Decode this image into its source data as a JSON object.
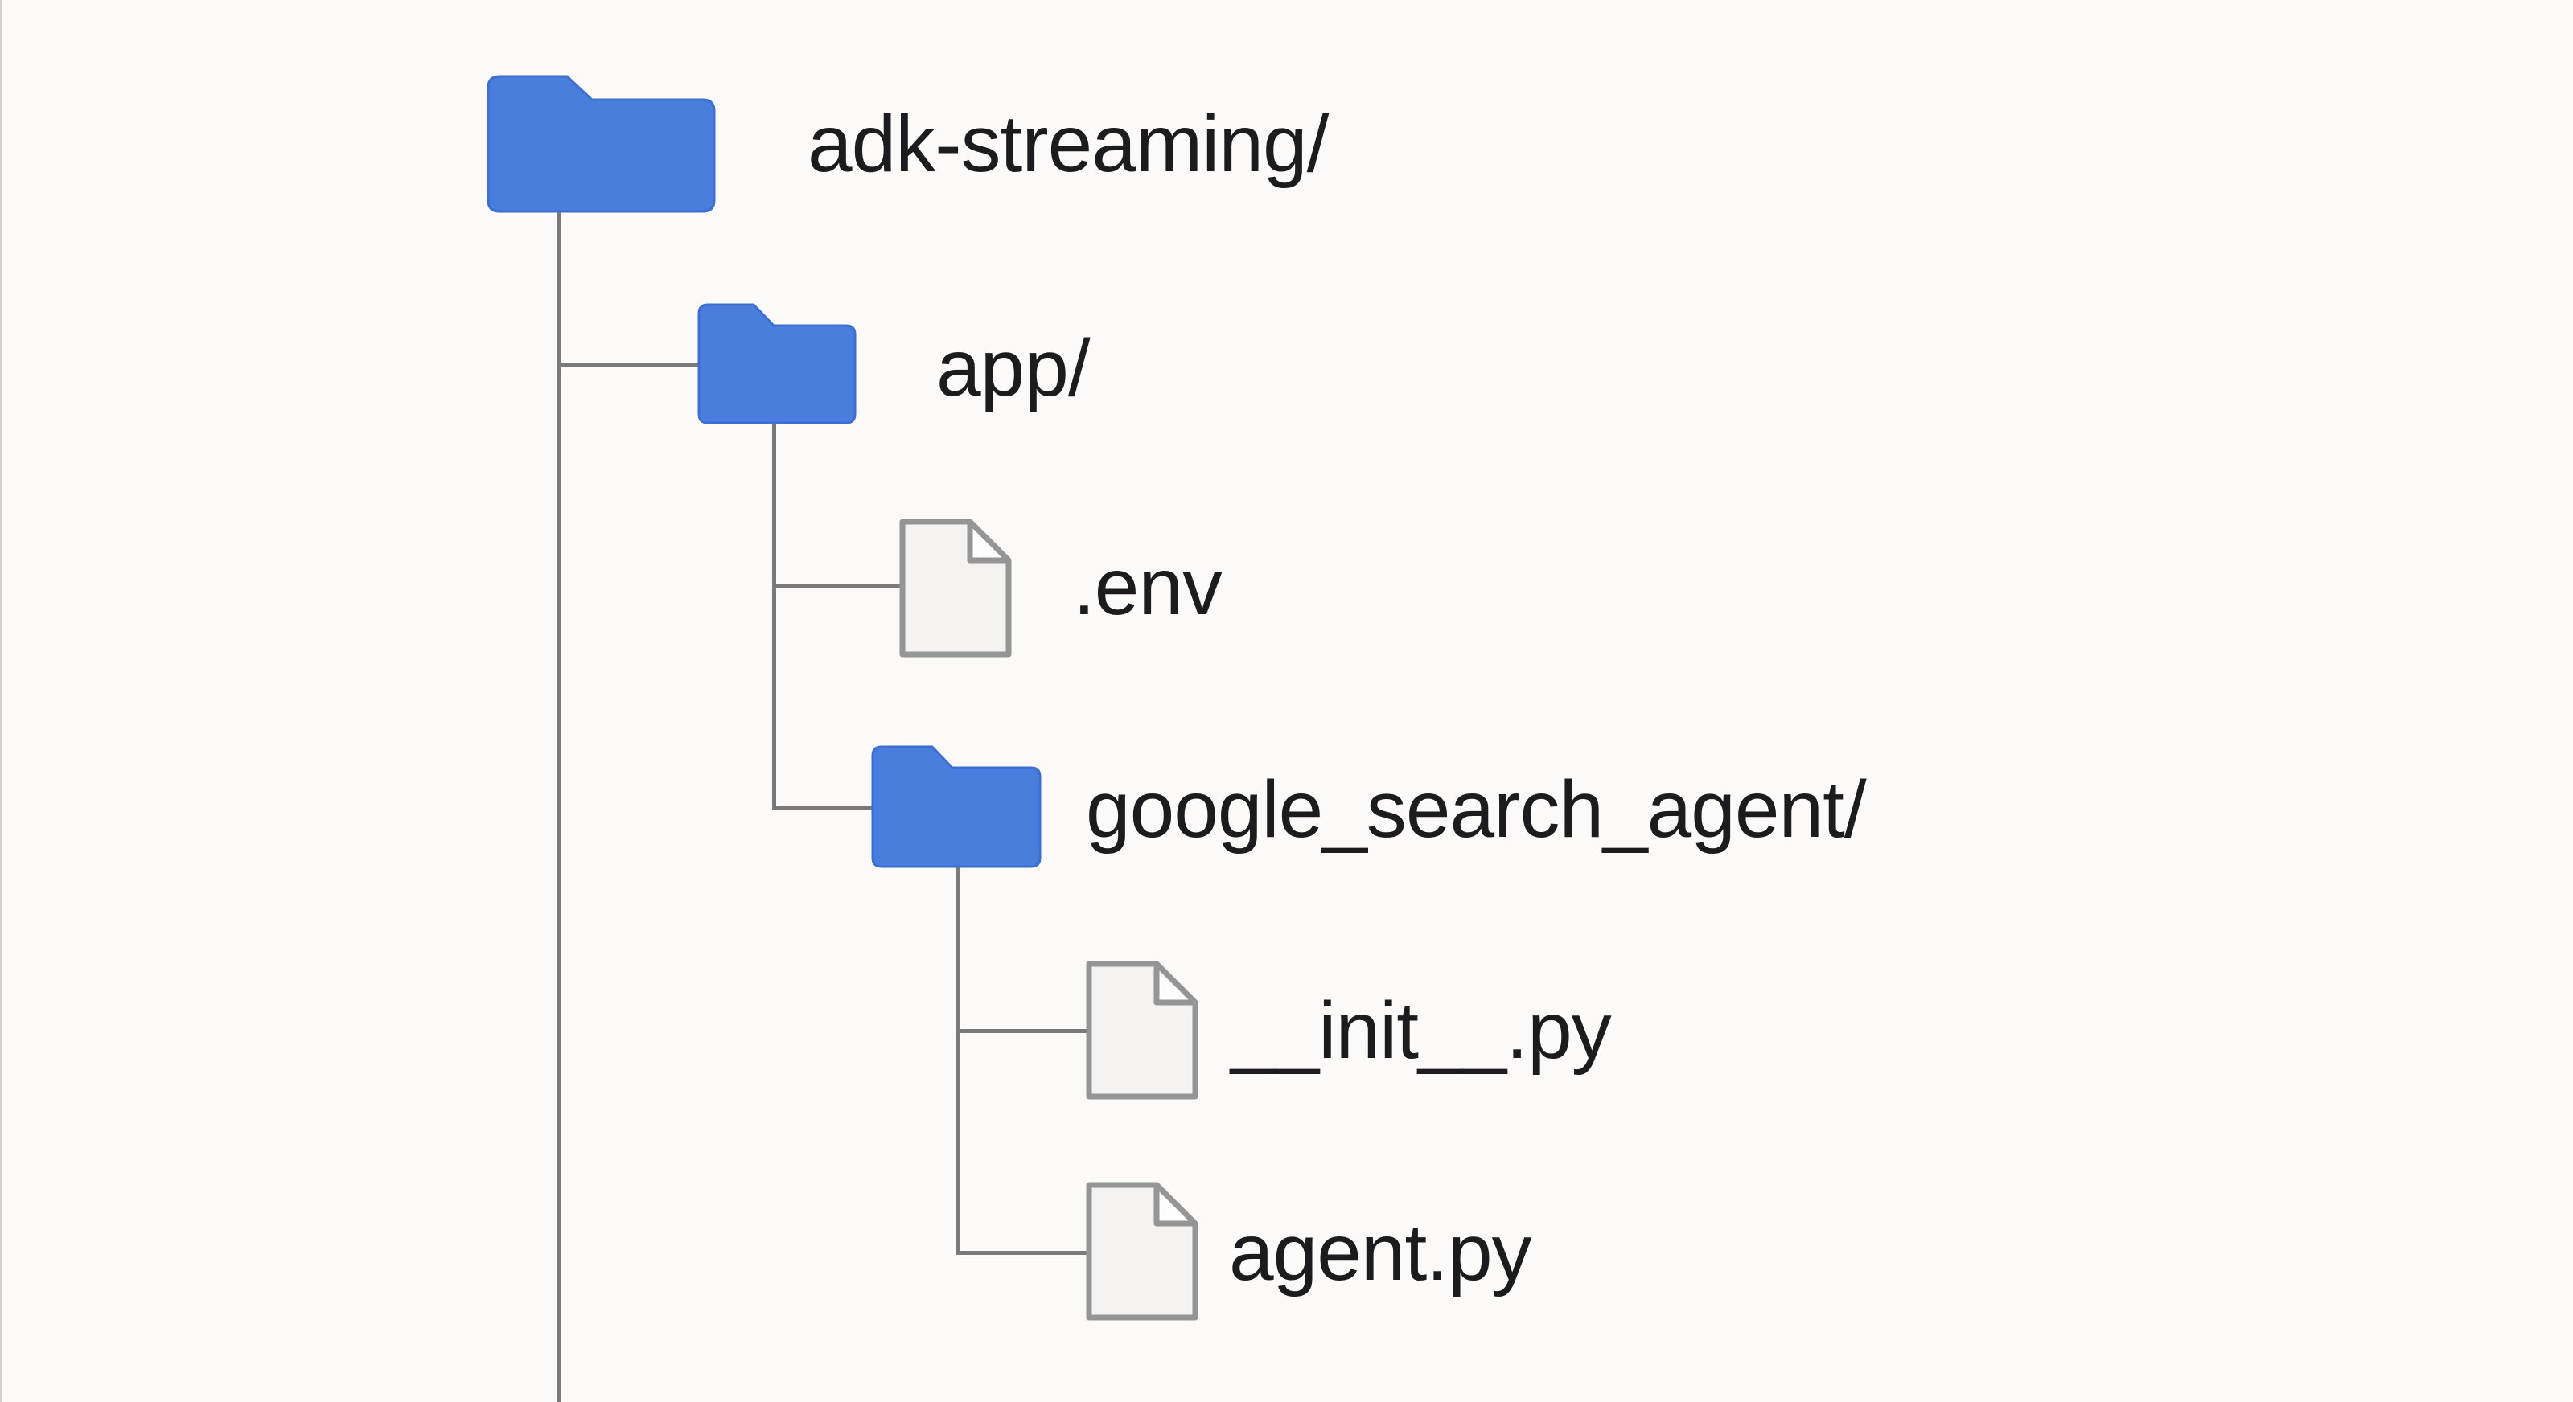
{
  "diagram": {
    "kind": "file-tree",
    "root": "adk-streaming/",
    "colors": {
      "background": "#fbfaf8",
      "folder_fill": "#4a7ede",
      "folder_edge": "#3e6fd0",
      "file_fill": "#f4f3f1",
      "file_fold_fill": "#fdfdfd",
      "file_stroke": "#959595",
      "connector_line": "#7a7a7a",
      "label_text": "#1c1c1e"
    },
    "nodes": [
      {
        "label": "adk-streaming/",
        "type": "folder",
        "icon": "folder-icon",
        "depth": 0,
        "parent": null
      },
      {
        "label": "app/",
        "type": "folder",
        "icon": "folder-icon",
        "depth": 1,
        "parent": "adk-streaming/"
      },
      {
        "label": ".env",
        "type": "file",
        "icon": "file-icon",
        "depth": 2,
        "parent": "app/"
      },
      {
        "label": "google_search_agent/",
        "type": "folder",
        "icon": "folder-icon",
        "depth": 2,
        "parent": "app/"
      },
      {
        "label": "__init__.py",
        "type": "file",
        "icon": "file-icon",
        "depth": 3,
        "parent": "google_search_agent/"
      },
      {
        "label": "agent.py",
        "type": "file",
        "icon": "file-icon",
        "depth": 3,
        "parent": "google_search_agent/"
      }
    ]
  }
}
